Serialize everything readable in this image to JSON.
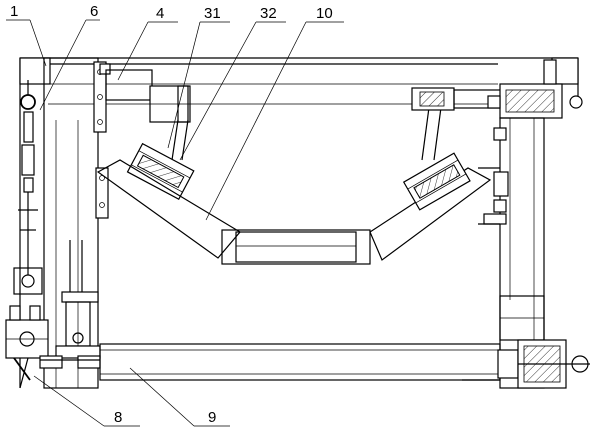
{
  "labels": {
    "l1": "1",
    "l6": "6",
    "l4": "4",
    "l31": "31",
    "l32": "32",
    "l10": "10",
    "l8": "8",
    "l9": "9"
  }
}
